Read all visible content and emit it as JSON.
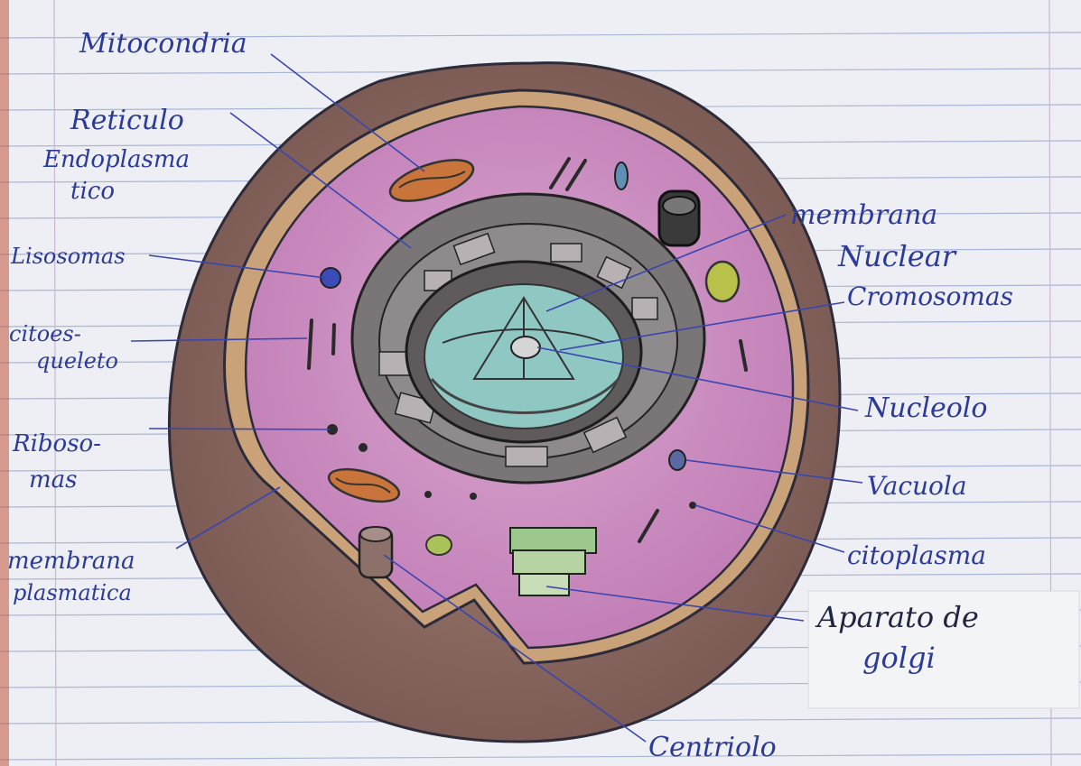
{
  "diagram": {
    "labels": {
      "mitocondria": "Mitocondria",
      "reticulo_1": "Reticulo",
      "reticulo_2": "Endoplasma",
      "reticulo_3": "tico",
      "lisosomas": "Lisosomas",
      "citoesqueleto_1": "citoes-",
      "citoesqueleto_2": "queleto",
      "ribosomas_1": "Riboso-",
      "ribosomas_2": "mas",
      "membrana_plasmatica_1": "membrana",
      "membrana_plasmatica_2": "plasmatica",
      "membrana_nuclear_1": "membrana",
      "membrana_nuclear_2": "Nuclear",
      "cromosomas": "Cromosomas",
      "nucleolo": "Nucleolo",
      "vacuola": "Vacuola",
      "citoplasma": "citoplasma",
      "golgi_1": "Aparato de",
      "golgi_2": "golgi",
      "centriolo": "Centriolo"
    },
    "colors": {
      "paper": "#edeff4",
      "ruled_line": "#aab6d6",
      "pen": "#3a45b0",
      "cell_wall": "#8a6a62",
      "membrane_band": "#c9a27a",
      "cytoplasm": "#c98cc0",
      "nucleus_dark": "#6a6a6a",
      "nucleus_teal": "#6fb7b0",
      "mitochondria": "#c8743a"
    }
  }
}
